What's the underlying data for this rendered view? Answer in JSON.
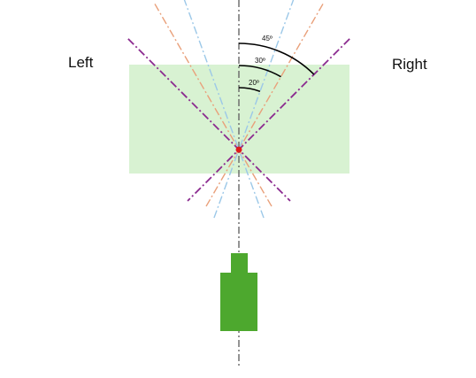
{
  "labels": {
    "left": "Left",
    "right": "Right"
  },
  "angles": [
    {
      "text": "45º",
      "degrees": 45,
      "color": "#8B2A8F"
    },
    {
      "text": "30º",
      "degrees": 30,
      "color": "#E9A07A"
    },
    {
      "text": "20º",
      "degrees": 20,
      "color": "#9CC8E8"
    }
  ],
  "colors": {
    "field_zone": "#D8F2D2",
    "camera": "#4DA82E",
    "center_axis": "#666666",
    "focal_point": "#E01B1B",
    "arc": "#000000"
  },
  "icons": {
    "camera": "camera-icon",
    "focal_point": "focal-point-marker"
  }
}
